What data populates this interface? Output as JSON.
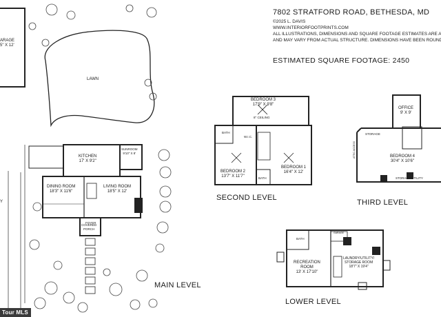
{
  "header": {
    "address": "7802 STRATFORD ROAD, BETHESDA, MD",
    "copyright": "©2025 L. DAVIS",
    "website": "WWW.INTERIORFOOTPRINTS.COM",
    "disclaimer_1": "ALL ILLUSTRATIONS, DIMENSIONS AND SQUARE FOOTAGE ESTIMATES ARE APPR",
    "disclaimer_2": "AND MAY VARY FROM ACTUAL STRUCTURE. DIMENSIONS HAVE BEEN ROUNDED.",
    "square_footage": "ESTIMATED SQUARE FOOTAGE: 2450"
  },
  "levels": {
    "main": "MAIN LEVEL",
    "second": "SECOND LEVEL",
    "third": "THIRD LEVEL",
    "lower": "LOWER LEVEL"
  },
  "site": {
    "garage": "ARAGE",
    "garage_dim": "5\" X 12'",
    "lawn": "LAWN",
    "street_fragment": "Y"
  },
  "main_rooms": {
    "kitchen": "KITCHEN",
    "kitchen_dim": "17' X 9'2\"",
    "sunroom": "SUNROOM",
    "sunroom_dim": "9'10\" X 8'",
    "dining": "DINING ROOM",
    "dining_dim": "18'3\" X 11'6\"",
    "living": "LIVING ROOM",
    "living_dim": "18'5\" X 12'",
    "foyer": "FOYER",
    "covered_porch_1": "COVERED",
    "covered_porch_2": "PORCH"
  },
  "second_rooms": {
    "bedroom3": "BEDROOM 3",
    "bedroom3_dim": "17'9\" X 9'8\"",
    "ceiling": "8'' CEILING",
    "bedroom2": "BEDROOM 2",
    "bedroom2_dim": "13'7\" X 11'7\"",
    "bedroom1": "BEDROOM 1",
    "bedroom1_dim": "16'4\" X 12'",
    "bath_a": "BATH",
    "bath_b": "BATH",
    "wic": "W.I.C."
  },
  "third_rooms": {
    "office": "OFFICE",
    "office_dim": "9' X 9'",
    "storage": "STORAGE",
    "bedroom4": "BEDROOM 4",
    "bedroom4_dim": "30'4\" X 10'6\"",
    "storage_utility": "STORAGE/UTILITY",
    "attic": "ATTIC ACCESS"
  },
  "lower_rooms": {
    "bath": "BATH",
    "recreation_1": "RECREATION",
    "recreation_2": "ROOM",
    "recreation_dim": "13' X 17'10\"",
    "laundry_1": "LAUNDRY/UTILITY/",
    "laundry_2": "STORAGE ROOM",
    "laundry_dim": "18'7\" X 19'4\"",
    "garage_label": "GARAGE"
  },
  "badge": "Tour MLS"
}
